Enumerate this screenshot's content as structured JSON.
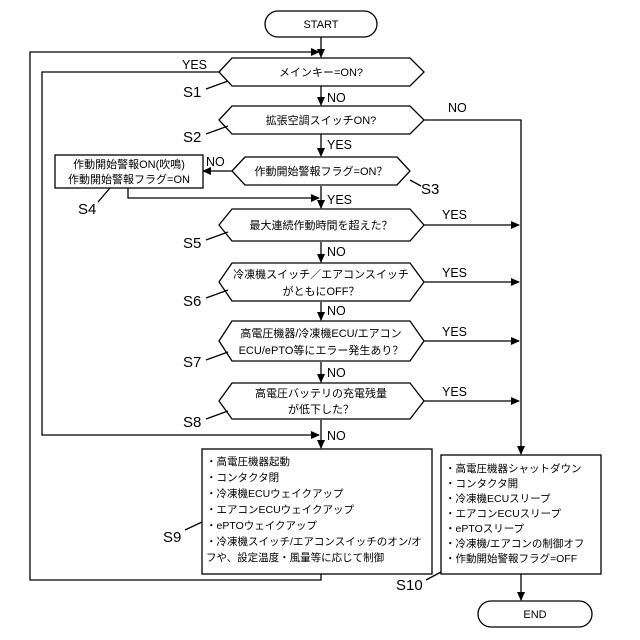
{
  "terminals": {
    "start": "START",
    "end": "END"
  },
  "decisions": {
    "d1": [
      "メインキー=ON?"
    ],
    "d2": [
      "拡張空調スイッチON?"
    ],
    "d3": [
      "作動開始警報フラグ=ON？"
    ],
    "d5": [
      "最大連続作動時間を超えた？"
    ],
    "d6": [
      "冷凍機スイッチ／エアコンスイッチ",
      "がともにOFF？"
    ],
    "d7": [
      "高電圧機器/冷凍機ECU/エアコン",
      "ECU/ePTO等にエラー発生あり？"
    ],
    "d8": [
      "高電圧バッテリの充電残量",
      "が低下した？"
    ]
  },
  "processes": {
    "s4": [
      "作動開始警報ON(吹鳴)",
      "作動開始警報フラグ=ON"
    ],
    "s9": [
      "・高電圧機器起動",
      "・コンタクタ閉",
      "・冷凍機ECUウェイクアップ",
      "・エアコンECUウェイクアップ",
      "・ePTOウェイクアップ",
      "・冷凍機スイッチ/エアコンスイッチのオン/オ",
      "フや、設定温度・風量等に応じて制御"
    ],
    "s10": [
      "・高電圧機器シャットダウン",
      "・コンタクタ開",
      "・冷凍機ECUスリープ",
      "・エアコンECUスリープ",
      "・ePTOスリープ",
      "・冷凍機/エアコンの制御オフ",
      "・作動開始警報フラグ=OFF"
    ]
  },
  "steps": {
    "s1": "S1",
    "s2": "S2",
    "s3": "S3",
    "s4": "S4",
    "s5": "S5",
    "s6": "S6",
    "s7": "S7",
    "s8": "S8",
    "s9": "S9",
    "s10": "S10"
  },
  "branches": {
    "d1_yes": "YES",
    "d1_no": "NO",
    "d2_yes": "YES",
    "d2_no": "NO",
    "d3_yes": "YES",
    "d3_no": "NO",
    "d5_yes": "YES",
    "d5_no": "NO",
    "d6_yes": "YES",
    "d6_no": "NO",
    "d7_yes": "YES",
    "d7_no": "NO",
    "d8_yes": "YES",
    "d8_no": "NO"
  }
}
